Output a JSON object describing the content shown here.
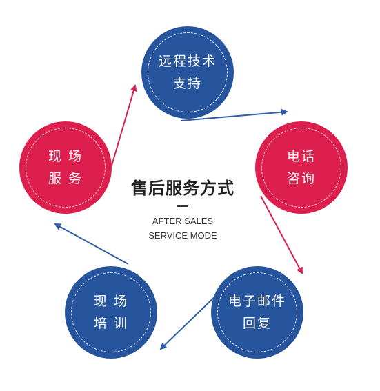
{
  "colors": {
    "blue": "#27559d",
    "red": "#dc1f4d",
    "arrow_blue": "#2f5da8",
    "arrow_red": "#d8204f"
  },
  "nodes": [
    {
      "id": "remote-support",
      "label": "远程技术\n支持",
      "color": "blue"
    },
    {
      "id": "phone-consult",
      "label": "电话\n咨询",
      "color": "red"
    },
    {
      "id": "email-reply",
      "label": "电子邮件\n回复",
      "color": "blue"
    },
    {
      "id": "onsite-training",
      "label": "现 场\n培 训",
      "color": "blue"
    },
    {
      "id": "onsite-service",
      "label": "现 场\n服 务",
      "color": "red"
    }
  ],
  "center": {
    "title": "售后服务方式",
    "subtitle_line1": "AFTER SALES",
    "subtitle_line2": "SERVICE MODE"
  }
}
